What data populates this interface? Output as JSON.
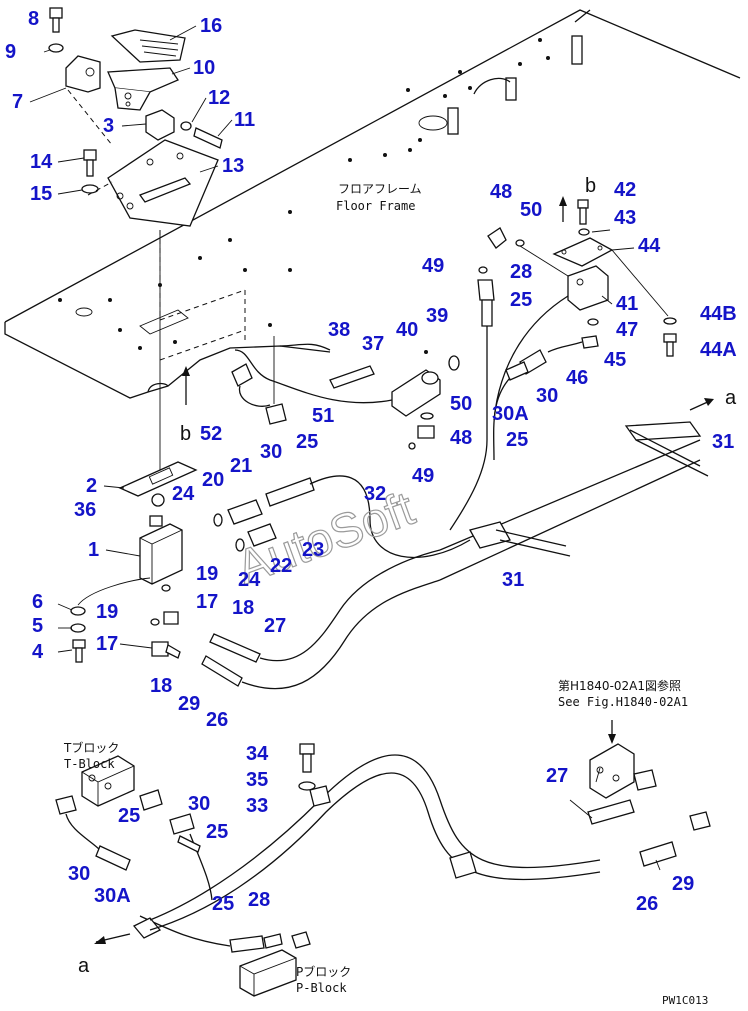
{
  "colors": {
    "callout": "#1414c8",
    "line": "#111111",
    "watermark": "#9a9a9a"
  },
  "labels": {
    "floor_frame_jp": "フロアフレーム",
    "floor_frame_en": "Floor Frame",
    "t_block_jp": "Tブロック",
    "t_block_en": "T-Block",
    "p_block_jp": "Pブロック",
    "p_block_en": "P-Block",
    "see_fig_jp": "第H1840-02A1図参照",
    "see_fig_en": "See Fig.H1840-02A1",
    "figure_code": "PW1C013",
    "watermark": "AutoSoft",
    "arrow_a_top": "a",
    "arrow_a_bottom": "a",
    "arrow_b_left": "b",
    "arrow_b_right": "b"
  },
  "callouts": {
    "c8": "8",
    "c9": "9",
    "c16": "16",
    "c10": "10",
    "c7": "7",
    "c12": "12",
    "c3": "3",
    "c11": "11",
    "c14": "14",
    "c13": "13",
    "c15": "15",
    "c48a": "48",
    "c50a": "50",
    "c42": "42",
    "c43": "43",
    "c44": "44",
    "c49a": "49",
    "c28a": "28",
    "c25a": "25",
    "c41": "41",
    "c44b": "44B",
    "c47": "47",
    "c44a": "44A",
    "c38": "38",
    "c37": "37",
    "c40": "40",
    "c39": "39",
    "c45": "45",
    "c46": "46",
    "c30a": "30",
    "c50b": "50",
    "c30A_a": "30A",
    "c48b": "48",
    "c25b": "25",
    "c31a": "31",
    "c52": "52",
    "c51": "51",
    "c30b": "30",
    "c25c": "25",
    "c21": "21",
    "c49b": "49",
    "c32": "32",
    "c2": "2",
    "c24a": "24",
    "c20": "20",
    "c36": "36",
    "c1": "1",
    "c24b": "24",
    "c22": "22",
    "c23": "23",
    "c31b": "31",
    "c19a": "19",
    "c6": "6",
    "c17a": "17",
    "c18a": "18",
    "c19b": "19",
    "c5": "5",
    "c27a": "27",
    "c4": "4",
    "c17b": "17",
    "c18b": "18",
    "c29a": "29",
    "c26a": "26",
    "c34": "34",
    "c35": "35",
    "c33": "33",
    "c27b": "27",
    "c30c": "30",
    "c25d": "25",
    "c25e": "25",
    "c30d": "30",
    "c30A_b": "30A",
    "c29b": "29",
    "c26b": "26",
    "c25f": "25",
    "c28b": "28"
  }
}
